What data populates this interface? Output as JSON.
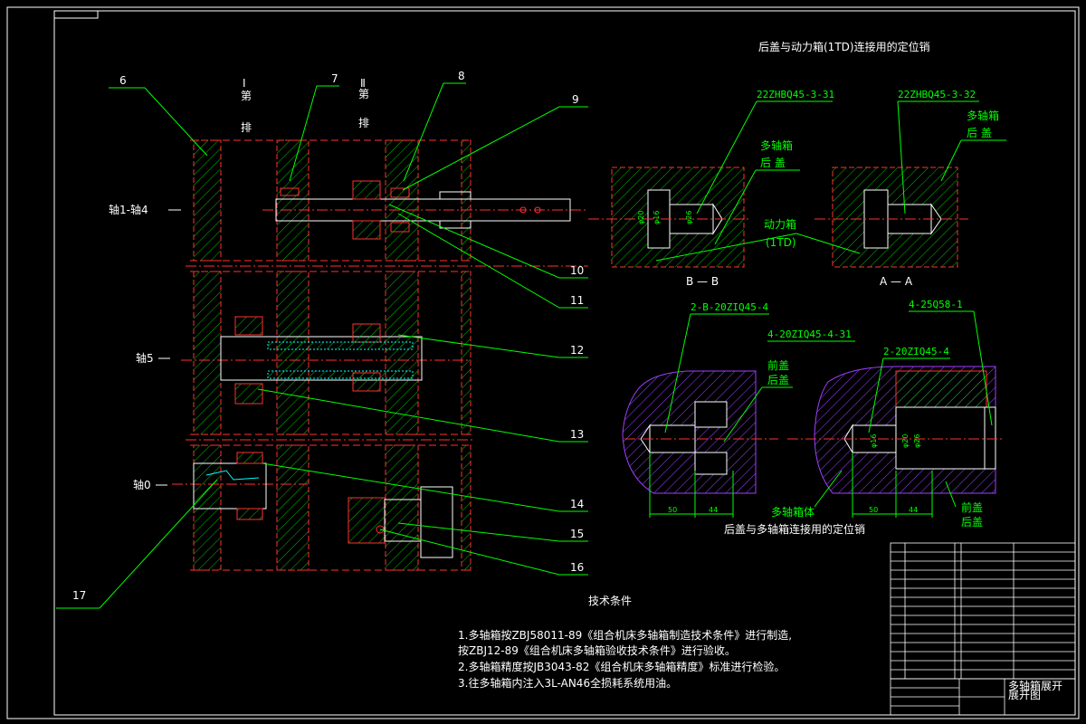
{
  "drawing": {
    "top_title": "后盖与动力箱(1TD)连接用的定位销",
    "bottom_title": "后盖与多轴箱连接用的定位销",
    "row_label_1_num": "Ⅰ",
    "row_label_1_a": "第",
    "row_label_1_b": "排",
    "row_label_2_num": "Ⅱ",
    "row_label_2_a": "第",
    "row_label_2_b": "排",
    "axis_labels": [
      "轴1-轴4",
      "轴5",
      "轴0"
    ],
    "balloons": [
      "6",
      "7",
      "8",
      "9",
      "10",
      "11",
      "12",
      "13",
      "14",
      "15",
      "16",
      "17"
    ],
    "part_codes": {
      "b1": "22ZHBQ45-3-31",
      "b2": "22ZHBQ45-3-32",
      "c1": "2-B-20ZIQ45-4",
      "c2": "4-20ZIQ45-4-31",
      "c3": "4-25Q58-1",
      "c4": "2-20ZIQ45-4"
    },
    "annotations": {
      "multi_box_rear_a": "多轴箱",
      "multi_box_rear_b": "后  盖",
      "multi_box_rear2_a": "多轴箱",
      "multi_box_rear2_b": "后  盖",
      "power_box_a": "动力箱",
      "power_box_b": "(1TD)",
      "section_bb": "B — B",
      "section_aa": "A — A",
      "front_cover": "前盖",
      "rear_cover": "后盖",
      "front_cover2": "前盖",
      "rear_cover2": "后盖",
      "multi_box_body": "多轴箱体"
    },
    "dims": [
      "50",
      "44",
      "50",
      "44",
      "φ16",
      "φ20",
      "φ26",
      "φ16",
      "φ20",
      "φ26"
    ]
  },
  "tech": {
    "heading": "技术条件",
    "lines": [
      "1.多轴箱按ZBJ58011-89《组合机床多轴箱制造技术条件》进行制造,",
      "   按ZBJ12-89《组合机床多轴箱验收技术条件》进行验收。",
      "2.多轴箱精度按JB3043-82《组合机床多轴箱精度》标准进行检验。",
      "3.往多轴箱内注入3L-AN46全损耗系统用油。"
    ]
  },
  "title_block": {
    "name_a": "多轴箱展开",
    "name_b": "展开图"
  },
  "colors": {
    "frame": "#ffffff",
    "leader": "#00ff00",
    "hatch": "#00ff00",
    "outline": "#ff3030",
    "centerline": "#ff3030",
    "section_purple": "#a040ff"
  }
}
